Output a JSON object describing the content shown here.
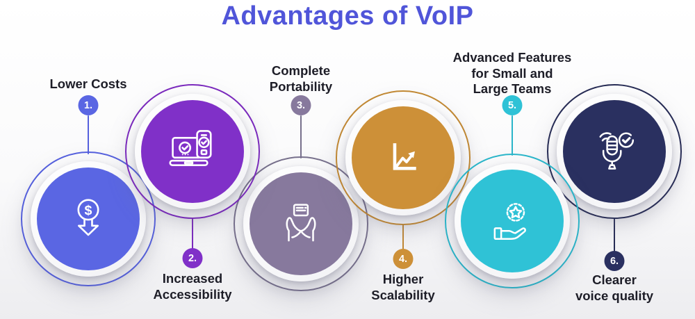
{
  "title": "Advantages of VoIP",
  "colors": {
    "title": "#5055d9",
    "label_text": "#1d1d27",
    "background_top": "#ffffff",
    "background_bottom": "#ededf0"
  },
  "items": [
    {
      "number": "1.",
      "label": "Lower Costs",
      "icon": "lower-costs-dollar-down-arrow-icon",
      "fill": "#5a66e3",
      "ring": "#5560dd"
    },
    {
      "number": "2.",
      "label": "Increased\nAccessibility",
      "icon": "laptop-phone-check-icon",
      "fill": "#8030c8",
      "ring": "#7b2abd"
    },
    {
      "number": "3.",
      "label": "Complete\nPortability",
      "icon": "hands-holding-card-icon",
      "fill": "#87799d",
      "ring": "#77708c"
    },
    {
      "number": "4.",
      "label": "Higher\nScalability",
      "icon": "growth-chart-arrow-icon",
      "fill": "#cd9038",
      "ring": "#c18833"
    },
    {
      "number": "5.",
      "label": "Advanced Features\nfor Small and\nLarge Teams",
      "icon": "hand-gear-star-icon",
      "fill": "#2fc2d6",
      "ring": "#2ab5c9"
    },
    {
      "number": "6.",
      "label": "Clearer\nvoice quality",
      "icon": "microphone-check-icon",
      "fill": "#2a3060",
      "ring": "#272c55"
    }
  ]
}
